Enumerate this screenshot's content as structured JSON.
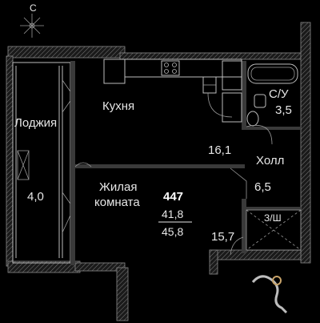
{
  "compass": {
    "label": "С"
  },
  "unit": {
    "number": "447",
    "living_area": "41,8",
    "total_area": "45,8"
  },
  "rooms": {
    "kitchen": {
      "name": "Кухня",
      "area": "16,1"
    },
    "loggia": {
      "name": "Лоджия",
      "area": "4,0"
    },
    "bathroom": {
      "name": "С/У",
      "area": "3,5"
    },
    "hall": {
      "name": "Холл",
      "area": "6,5"
    },
    "living": {
      "name_line1": "Жилая",
      "name_line2": "комната",
      "area": "15,7"
    },
    "storage": {
      "name": "З/Ш"
    }
  },
  "colors": {
    "background": "#000000",
    "walls": "#8a8a8a",
    "text": "#e6e6e6"
  }
}
